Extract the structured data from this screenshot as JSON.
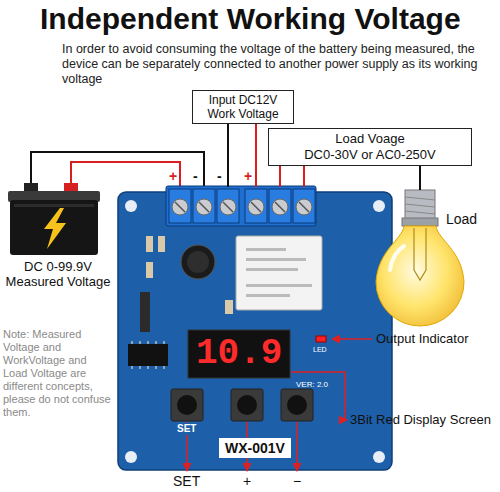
{
  "diagram": {
    "title": "Independent Working Voltage",
    "nodes": [
      {
        "text": [
          "Input DC12V Work Voltage"
        ]
      },
      {
        "text": [
          "Load Voage",
          "DC0-30V or AC0-250V"
        ]
      }
    ],
    "labels": [
      "In order to avoid consuming the voltage of the battery being measured, the device can be separately connected to another power supply as its working voltage",
      "+",
      "-",
      "-",
      "+",
      "DC 0-99.9V Measured Voltage",
      "Load",
      "Note: Measured Voltage and WorkVoltage and Load Voltage are different concepts, please do not confuse them.",
      "Output Indicator",
      "3Bit Red Display Screen",
      "10.9",
      "VER: 2.0",
      "SET",
      "WX-001V",
      "LED",
      "SET",
      "+",
      "−"
    ]
  }
}
